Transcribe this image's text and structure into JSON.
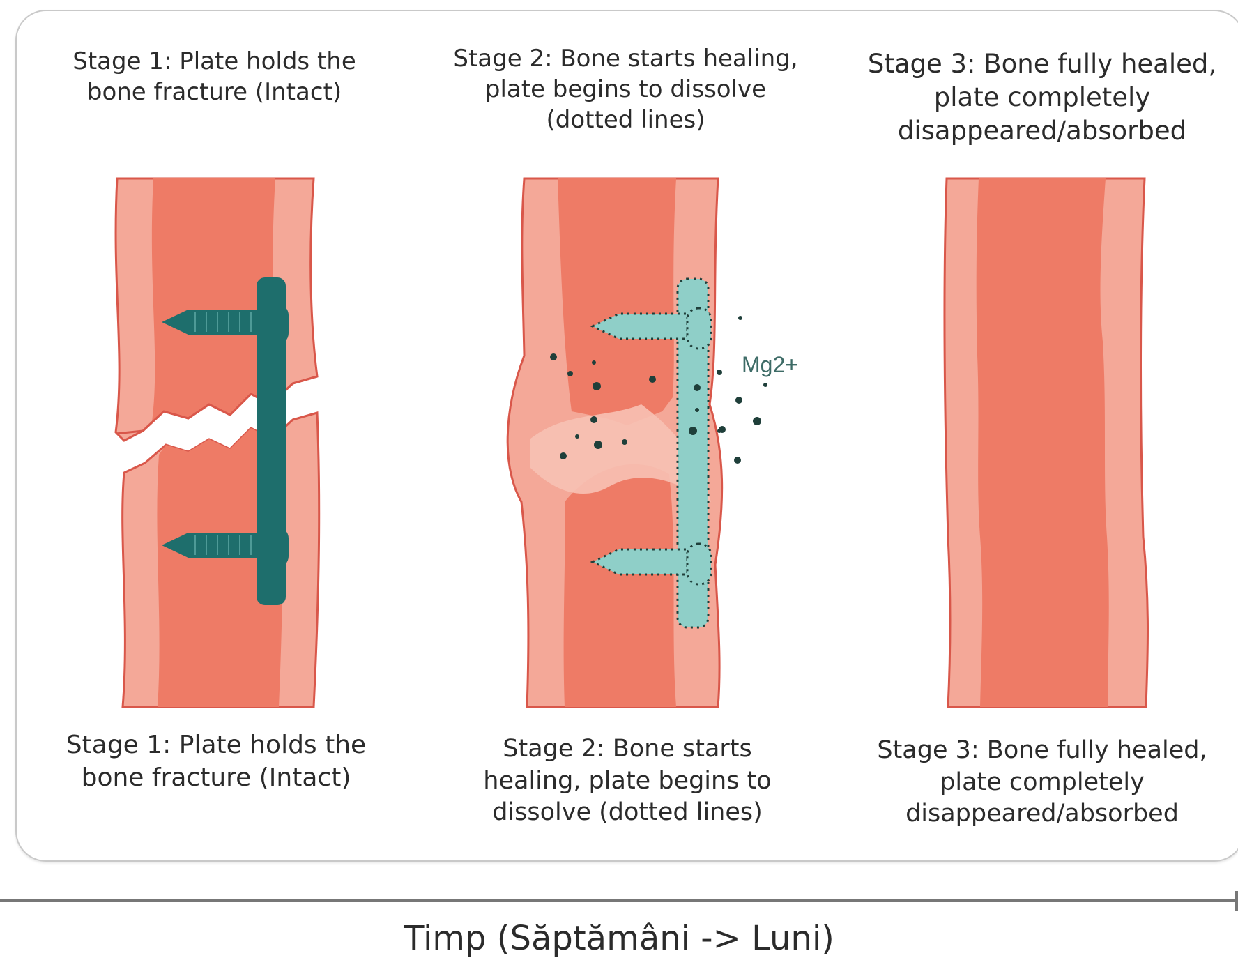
{
  "stages": [
    {
      "top_label": "Stage 1: Plate holds the bone fracture (Intact)",
      "bottom_label": "Stage 1: Plate holds the bone fracture (Intact)"
    },
    {
      "top_label": "Stage 2: Bone starts healing, plate begins to dissolve (dotted lines)",
      "bottom_label": "Stage 2: Bone starts healing, plate begins to dissolve (dotted lines)",
      "ion_label": "Mg2+"
    },
    {
      "top_label": "Stage 3: Bone fully healed, plate completely disappeared/absorbed",
      "bottom_label": "Stage 3: Bone fully healed, plate completely disappeared/absorbed"
    }
  ],
  "timeline": {
    "label": "Timp (Săptămâni -> Luni)"
  },
  "colors": {
    "bone_outer": "#f4a898",
    "bone_inner": "#ee7b66",
    "bone_edge": "#d9574a",
    "plate_intact": "#1e6e6c",
    "plate_dissolving": "#8fcfc8",
    "ions": "#1f3f3a"
  }
}
